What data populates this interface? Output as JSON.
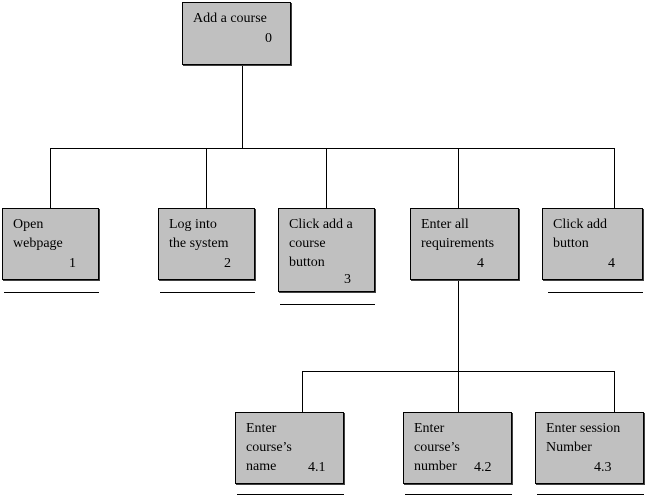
{
  "nodes": {
    "root": {
      "label": "Add a course",
      "number": "0"
    },
    "open_webpage": {
      "label": "Open\nwebpage",
      "number": "1"
    },
    "log_in": {
      "label": "Log into\nthe system",
      "number": "2"
    },
    "click_add_course": {
      "label": "Click add a\ncourse\nbutton",
      "number": "3"
    },
    "enter_requirements": {
      "label": "Enter all\nrequirements",
      "number": "4"
    },
    "click_add_button": {
      "label": "Click add\nbutton",
      "number": "4"
    },
    "enter_course_name": {
      "label": "Enter\ncourse’s\nname",
      "number": "4.1"
    },
    "enter_course_number": {
      "label": "Enter\ncourse’s\nnumber",
      "number": "4.2"
    },
    "enter_session_number": {
      "label": "Enter session\nNumber",
      "number": "4.3"
    }
  },
  "colors": {
    "box_fill": "#c0c0c0",
    "line": "#000000",
    "background": "#ffffff"
  }
}
